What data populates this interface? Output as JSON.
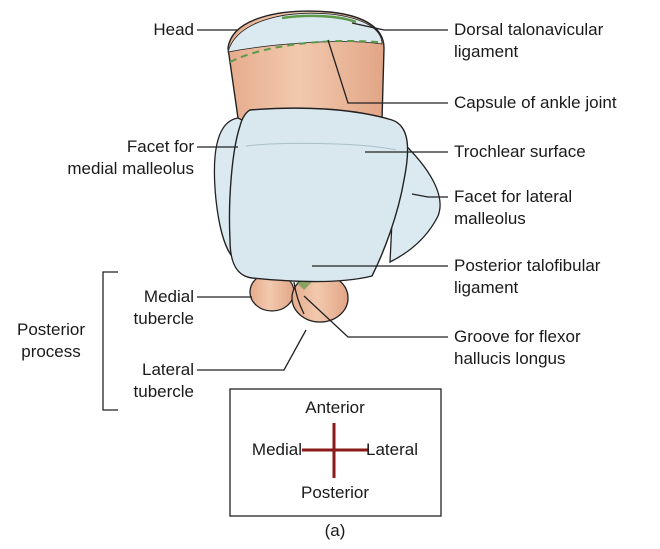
{
  "figure": {
    "labels": {
      "head": "Head",
      "dorsal_talonavicular_ligament": "Dorsal talonavicular\nligament",
      "capsule_of_ankle_joint": "Capsule of ankle joint",
      "facet_for_medial_malleolus": "Facet for\nmedial malleolus",
      "trochlear_surface": "Trochlear surface",
      "facet_for_lateral_malleolus": "Facet for lateral\nmalleolus",
      "posterior_talofibular_ligament": "Posterior talofibular\nligament",
      "medial_tubercle": "Medial\ntubercle",
      "posterior_process": "Posterior\nprocess",
      "groove_for_flexor_hallucis_longus": "Groove for flexor\nhallucis longus",
      "lateral_tubercle": "Lateral\ntubercle"
    },
    "orientation": {
      "anterior": "Anterior",
      "medial": "Medial",
      "lateral": "Lateral",
      "posterior": "Posterior"
    },
    "caption": "(a)"
  },
  "colors": {
    "bone": "#efc0a2",
    "bone_shade": "#e1a384",
    "articular_surface": "#dbeaf0",
    "ligament": "#5f9a4a",
    "outline": "#222222",
    "leader": "#222222",
    "compass": "#8b1a1a"
  }
}
